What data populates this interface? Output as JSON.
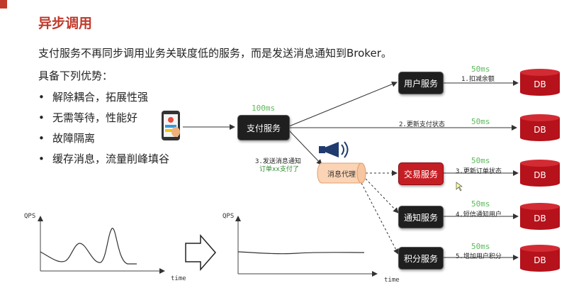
{
  "title": "异步调用",
  "intro": "支付服务不再同步调用业务关联度低的服务，而是发送消息通知到Broker。",
  "advantages_title": "具备下列优势：",
  "advantages": [
    "解除耦合，拓展性强",
    "无需等待，性能好",
    "故障隔离",
    "缓存消息，流量削峰填谷"
  ],
  "bullet": "•",
  "nodes": {
    "pay": "支付服务",
    "proxy": "消息代理",
    "user": "用户服务",
    "trade": "交易服务",
    "notify": "通知服务",
    "points": "积分服务",
    "db": "DB"
  },
  "edges": {
    "pay_time": "100ms",
    "send_msg_1": "3.发送消息通知",
    "send_msg_2": "订单xx支付了",
    "deduct": "1.扣减余额",
    "update_pay": "2.更新支付状态",
    "update_order": "3.更新订单状态",
    "sms": "4.短信通知用户",
    "add_points": "5.增加用户积分",
    "ms50": "50ms"
  },
  "charts": {
    "y_label": "QPS",
    "x_label": "time"
  },
  "colors": {
    "accent": "#c0392b",
    "node_dark": "#1f1f1f",
    "node_red": "#c41e24",
    "time_green": "#5cb85c"
  }
}
